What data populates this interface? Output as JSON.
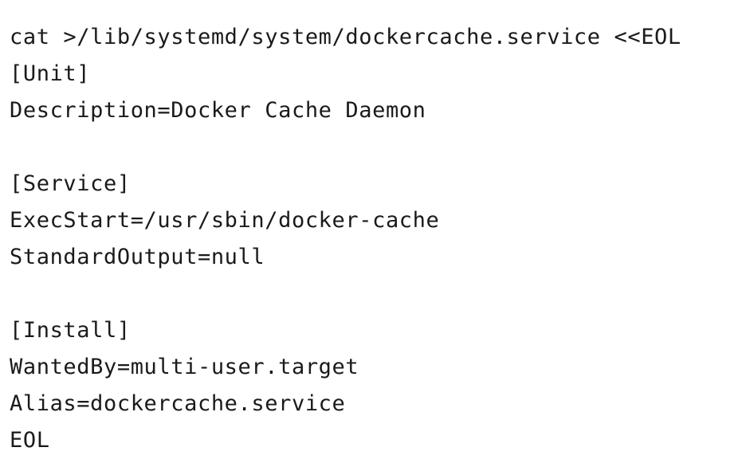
{
  "code": {
    "lines": [
      "cat >/lib/systemd/system/dockercache.service <<EOL",
      "[Unit]",
      "Description=Docker Cache Daemon",
      "",
      "[Service]",
      "ExecStart=/usr/sbin/docker-cache",
      "StandardOutput=null",
      "",
      "[Install]",
      "WantedBy=multi-user.target",
      "Alias=dockercache.service",
      "EOL"
    ]
  },
  "colors": {
    "background": "#ffffff",
    "text": "#1a1a1a"
  }
}
